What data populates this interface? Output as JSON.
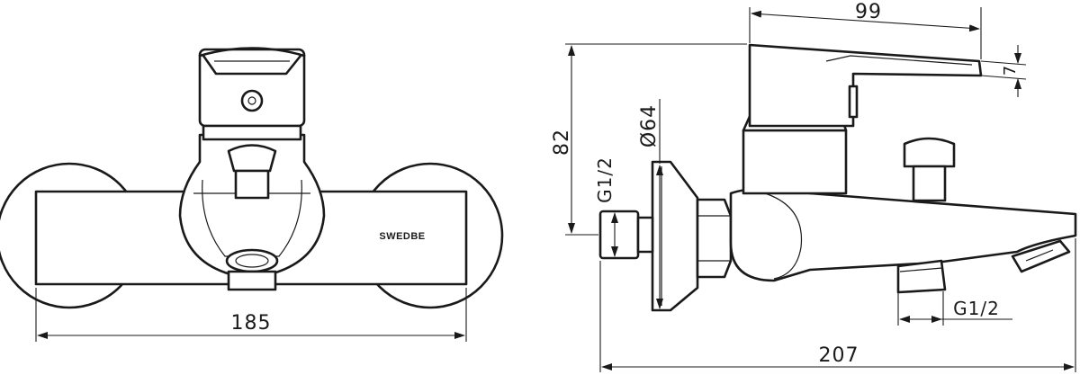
{
  "front_view": {
    "brand_label": "SWEDBE",
    "width_dimension": "185"
  },
  "side_view": {
    "height_dimension": "82",
    "handle_length_dimension": "99",
    "handle_thickness_dimension": "7",
    "flange_diameter_dimension": "Ø64",
    "inlet_thread_label": "G1/2",
    "outlet_thread_label": "G1/2",
    "total_length_dimension": "207"
  }
}
